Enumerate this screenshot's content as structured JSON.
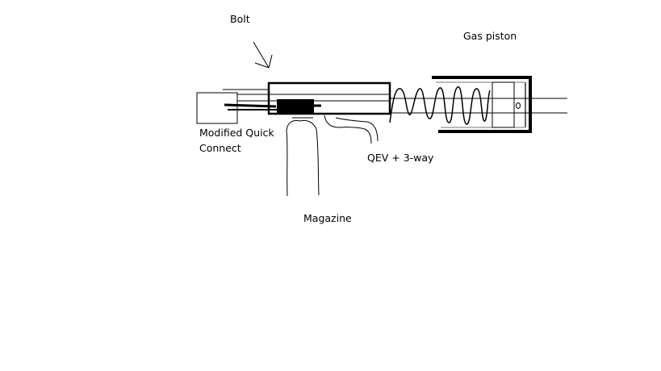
{
  "labels": {
    "bolt": "Bolt",
    "gas_piston": "Gas piston",
    "quick_connect_line1": "Modified Quick",
    "quick_connect_line2": "Connect",
    "qev": "QEV + 3-way",
    "magazine": "Magazine"
  },
  "colors": {
    "ink": "#000000",
    "paper": "#ffffff",
    "cylinder_wall": "#777777"
  }
}
